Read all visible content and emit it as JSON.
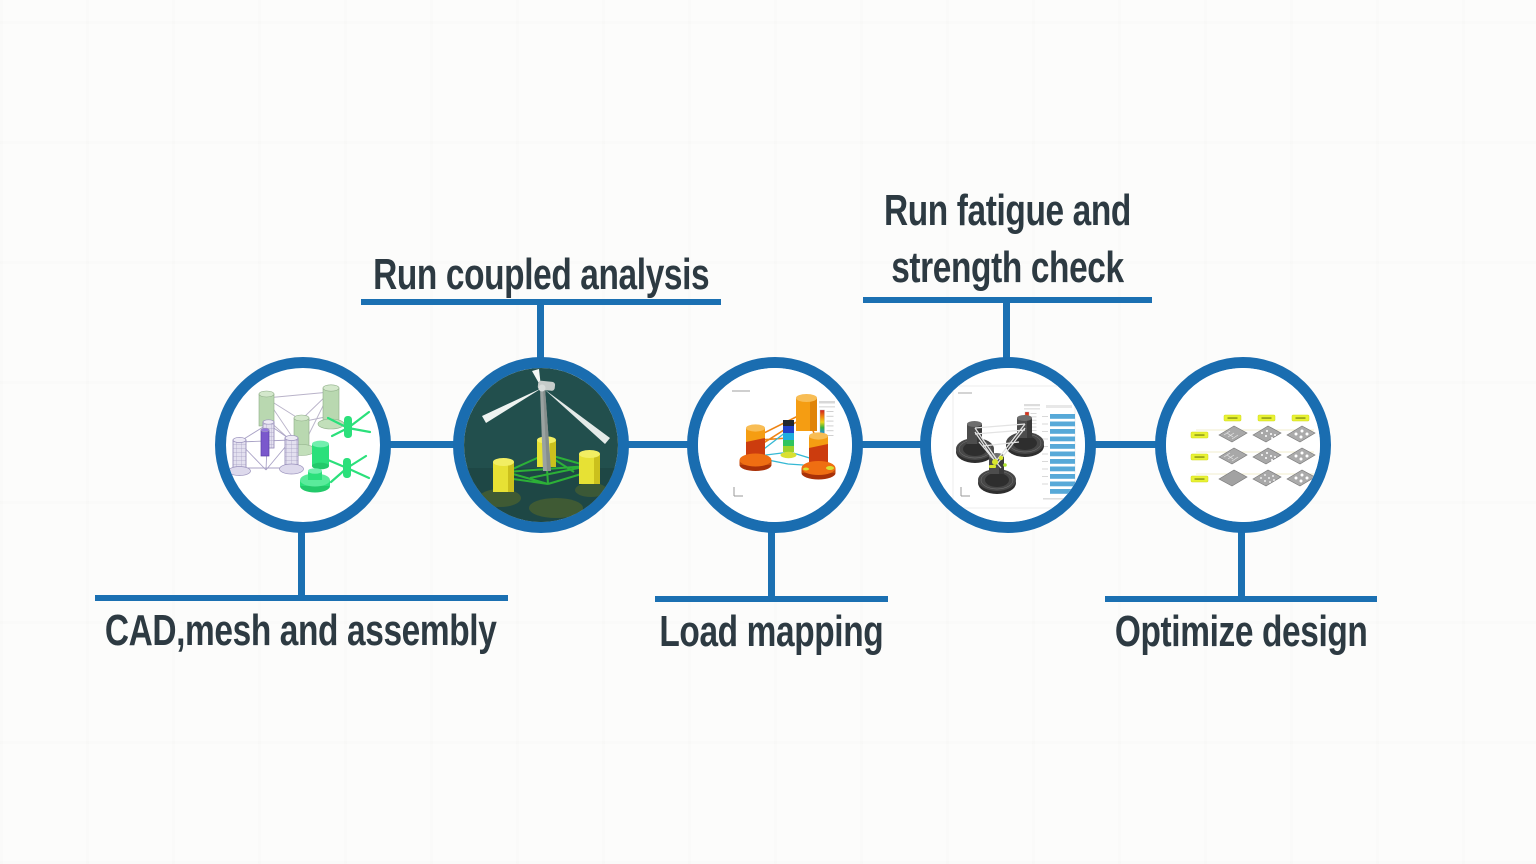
{
  "diagram": {
    "steps": [
      {
        "id": "cad-mesh-assembly",
        "label": "CAD,mesh and assembly",
        "label_position": "below",
        "image": "cad-mesh-and-component-models"
      },
      {
        "id": "run-coupled-analysis",
        "label": "Run coupled analysis",
        "label_position": "above",
        "image": "floating-wind-turbine-simulation"
      },
      {
        "id": "load-mapping",
        "label": "Load mapping",
        "label_position": "below",
        "image": "fea-load-contour-model"
      },
      {
        "id": "run-fatigue-strength-check",
        "label": "Run fatigue and\nstrength check",
        "label_position": "above",
        "image": "fatigue-results-with-table"
      },
      {
        "id": "optimize-design",
        "label": "Optimize design",
        "label_position": "below",
        "image": "design-variants-grid"
      }
    ],
    "colors": {
      "accent_blue": "#1a6db0",
      "label_text": "#2d3a42",
      "background": "#fcfcfb",
      "simulation_panel_teal": "#224f4d"
    }
  }
}
